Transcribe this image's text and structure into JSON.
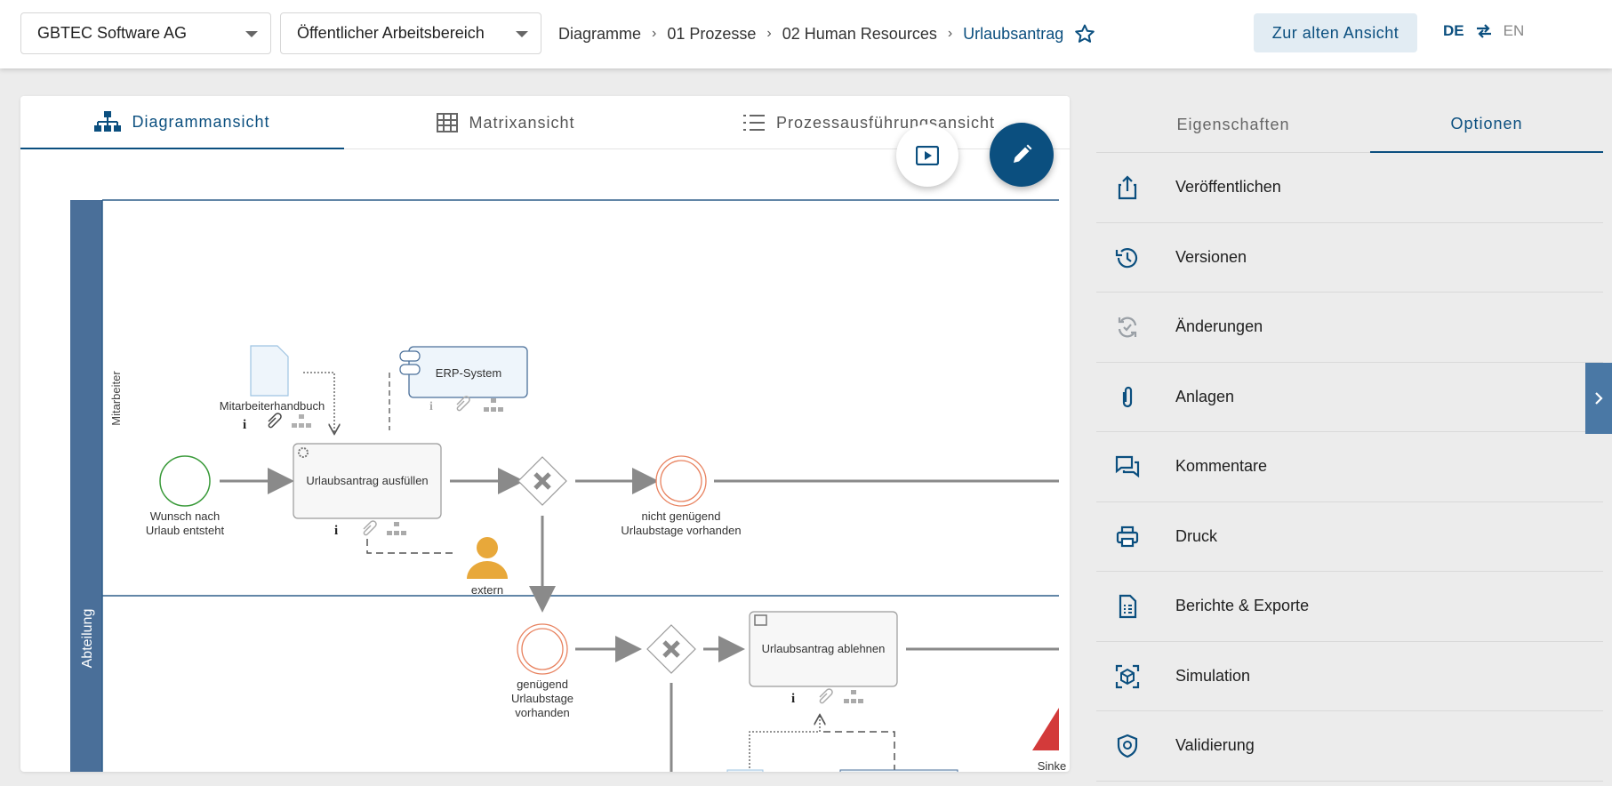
{
  "header": {
    "company_select": "GBTEC Software AG",
    "workspace_select": "Öffentlicher Arbeitsbereich",
    "breadcrumb": [
      "Diagramme",
      "01 Prozesse",
      "02 Human Resources",
      "Urlaubsantrag"
    ],
    "old_view_button": "Zur alten Ansicht",
    "lang_de": "DE",
    "lang_en": "EN"
  },
  "main": {
    "tabs": [
      "Diagrammansicht",
      "Matrixansicht",
      "Prozessausführungsansicht"
    ],
    "active_tab": "Diagrammansicht"
  },
  "diagram": {
    "pool_label": "Abteilung",
    "lane_label": "Mitarbeiter",
    "document_label": "Mitarbeiterhandbuch",
    "system_label": "ERP-System",
    "start_event": [
      "Wunsch nach",
      "Urlaub entsteht"
    ],
    "task1": "Urlaubsantrag ausfüllen",
    "end_event1": [
      "nicht genügend",
      "Urlaubstage vorhanden"
    ],
    "role_label": "extern",
    "event2": [
      "genügend",
      "Urlaubstage",
      "vorhanden"
    ],
    "task2": "Urlaubsantrag ablehnen",
    "risk_label": "Sinke"
  },
  "right_panel": {
    "tabs": [
      "Eigenschaften",
      "Optionen"
    ],
    "active_tab": "Optionen",
    "items": [
      {
        "label": "Veröffentlichen",
        "icon": "share-icon"
      },
      {
        "label": "Versionen",
        "icon": "history-icon"
      },
      {
        "label": "Änderungen",
        "icon": "changes-icon"
      },
      {
        "label": "Anlagen",
        "icon": "paperclip-icon"
      },
      {
        "label": "Kommentare",
        "icon": "comments-icon"
      },
      {
        "label": "Druck",
        "icon": "printer-icon"
      },
      {
        "label": "Berichte & Exporte",
        "icon": "report-icon"
      },
      {
        "label": "Simulation",
        "icon": "simulation-icon"
      },
      {
        "label": "Validierung",
        "icon": "validation-icon"
      }
    ]
  },
  "colors": {
    "primary": "#0b4f7f",
    "pool": "#4a6f99",
    "start": "#3a9a3a",
    "end": "#e8825f",
    "role": "#e8a83a",
    "risk": "#d33a3a"
  }
}
